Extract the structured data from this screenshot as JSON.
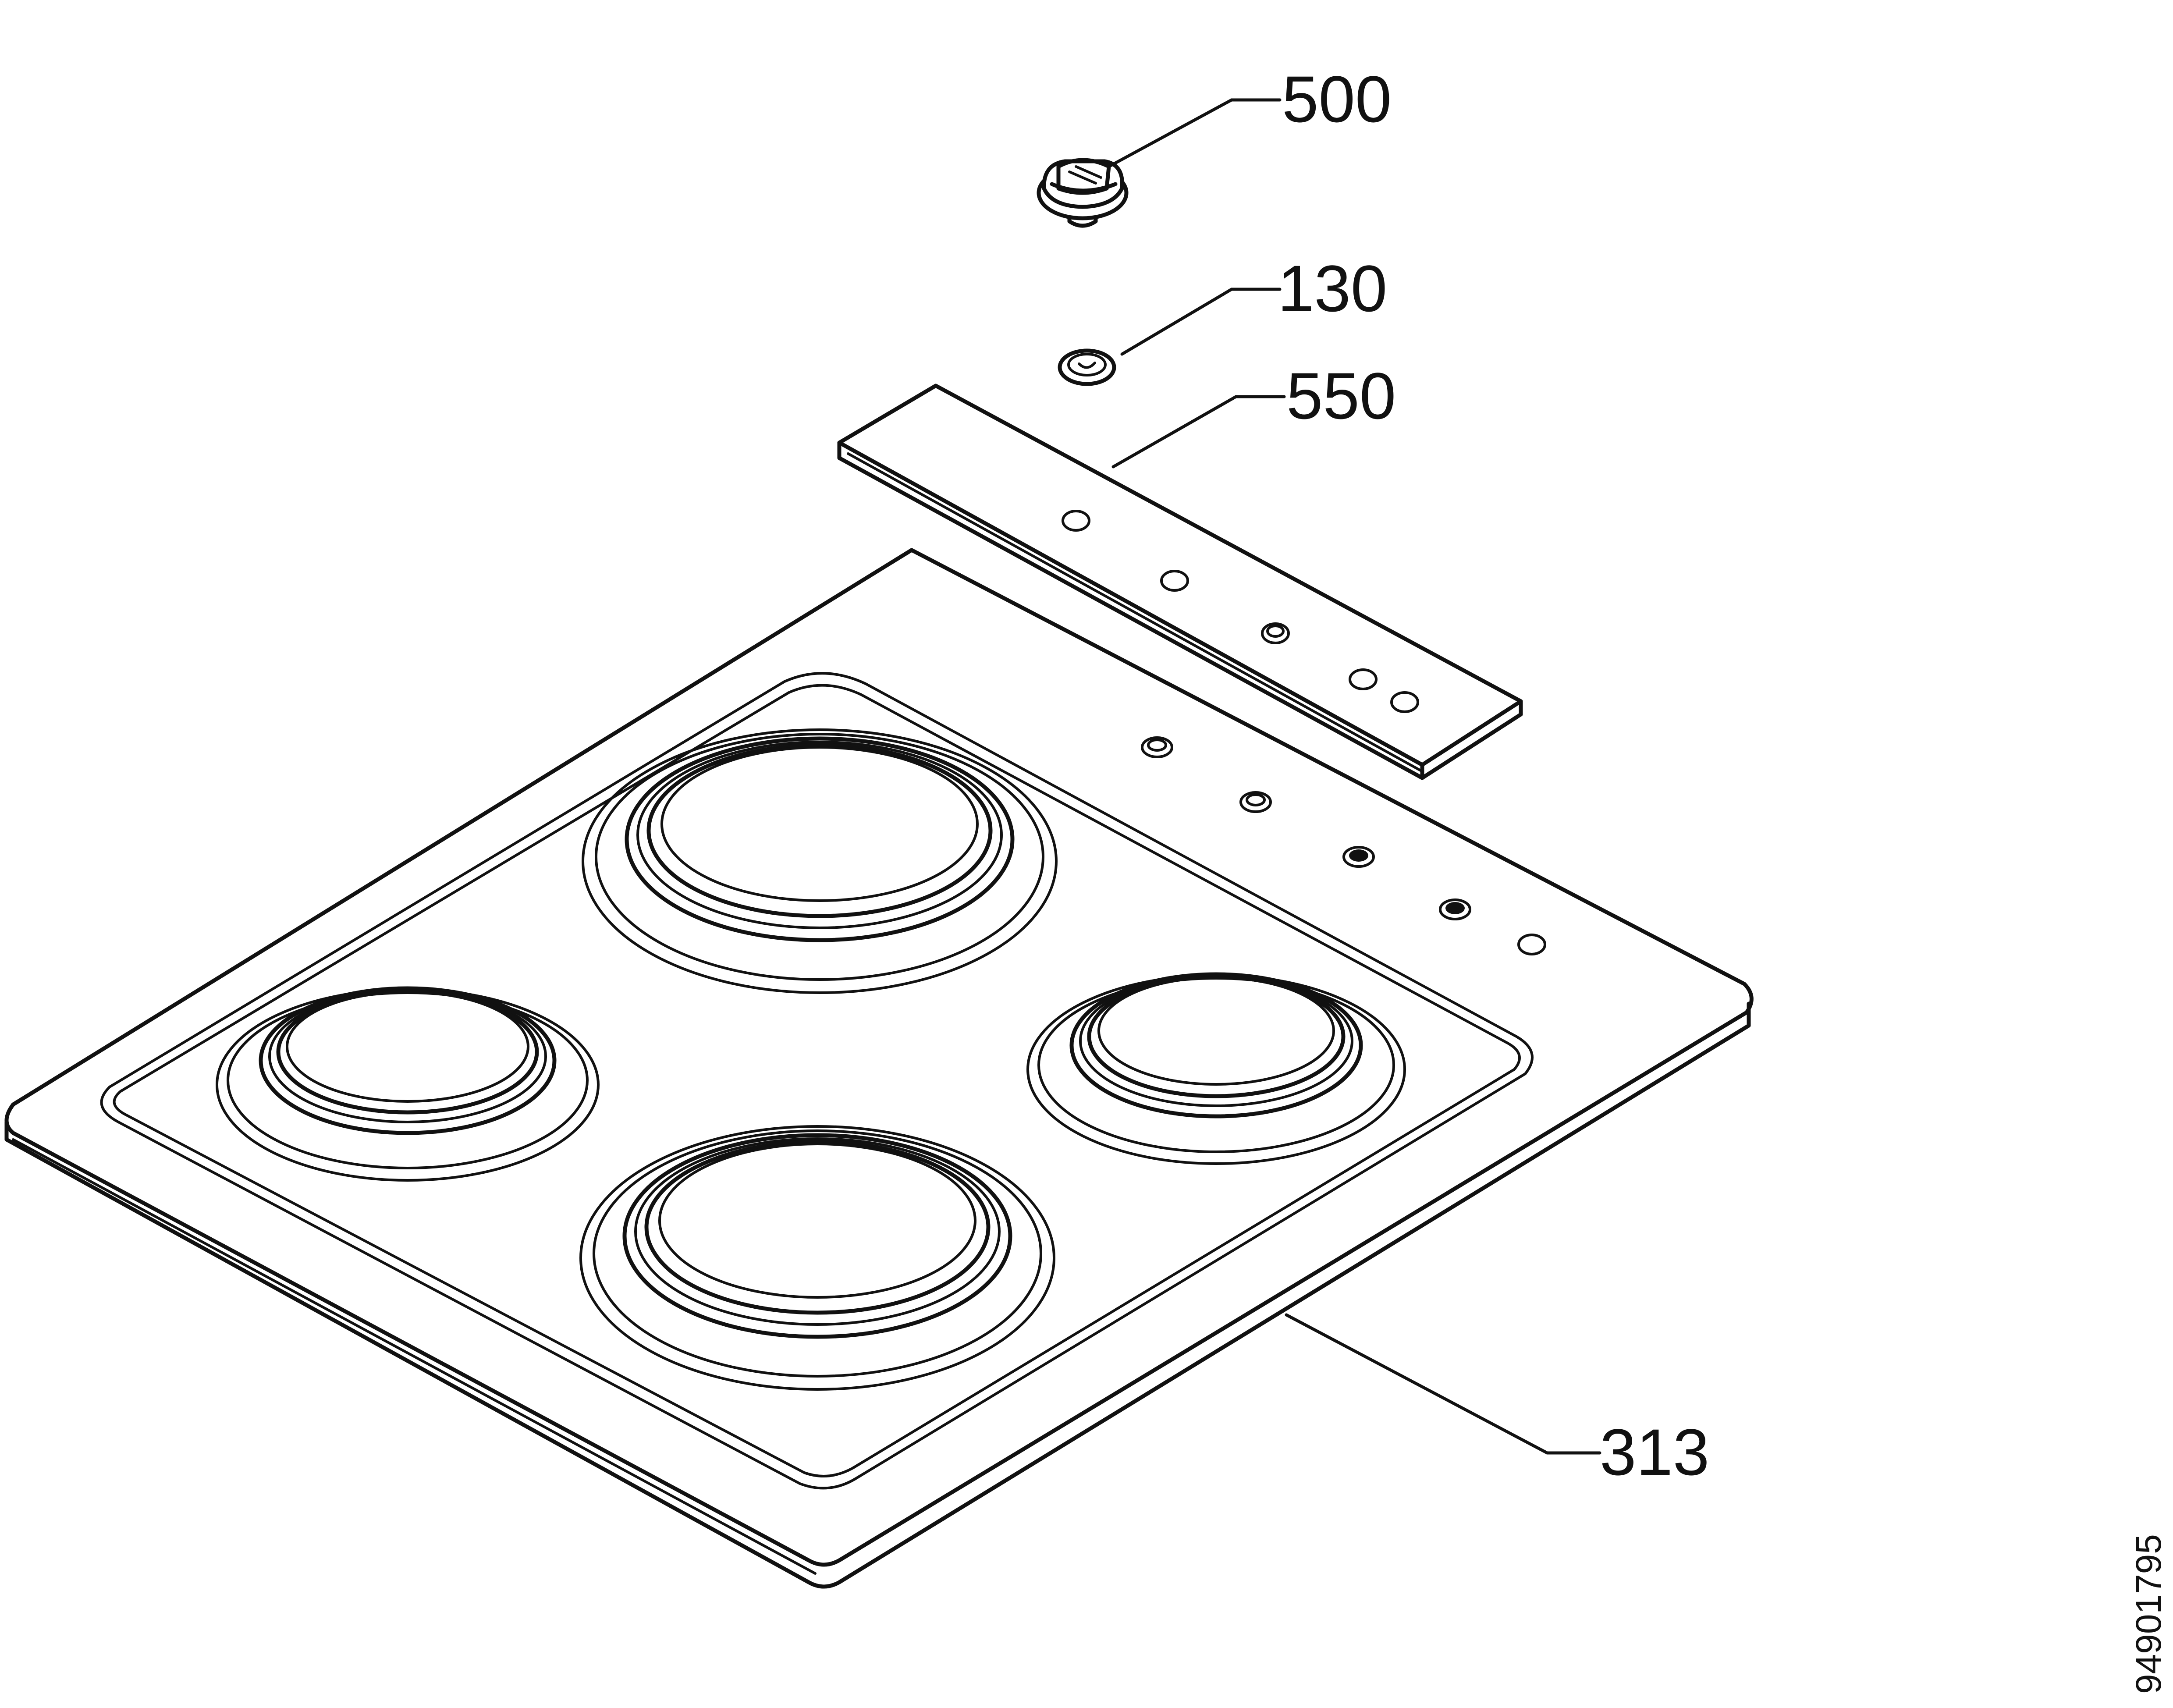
{
  "callouts": {
    "knob": "500",
    "washer": "130",
    "control_strip": "550",
    "hob_top": "313"
  },
  "document_number": "94901795",
  "colors": {
    "line": "#111111",
    "background": "#ffffff"
  }
}
